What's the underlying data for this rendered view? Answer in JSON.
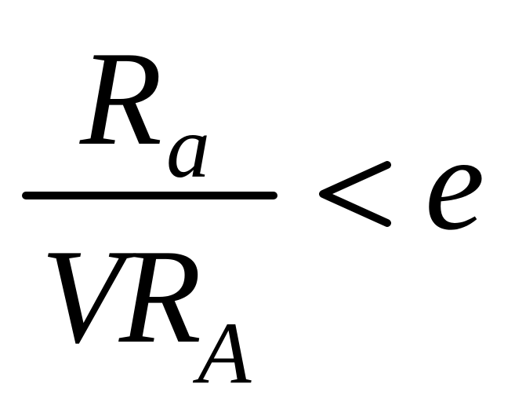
{
  "formula": {
    "numerator": {
      "base": "R",
      "subscript": "a"
    },
    "denominator": {
      "prefix": "V",
      "base": "R",
      "subscript": "A"
    },
    "relation": "<",
    "rhs": "e"
  }
}
